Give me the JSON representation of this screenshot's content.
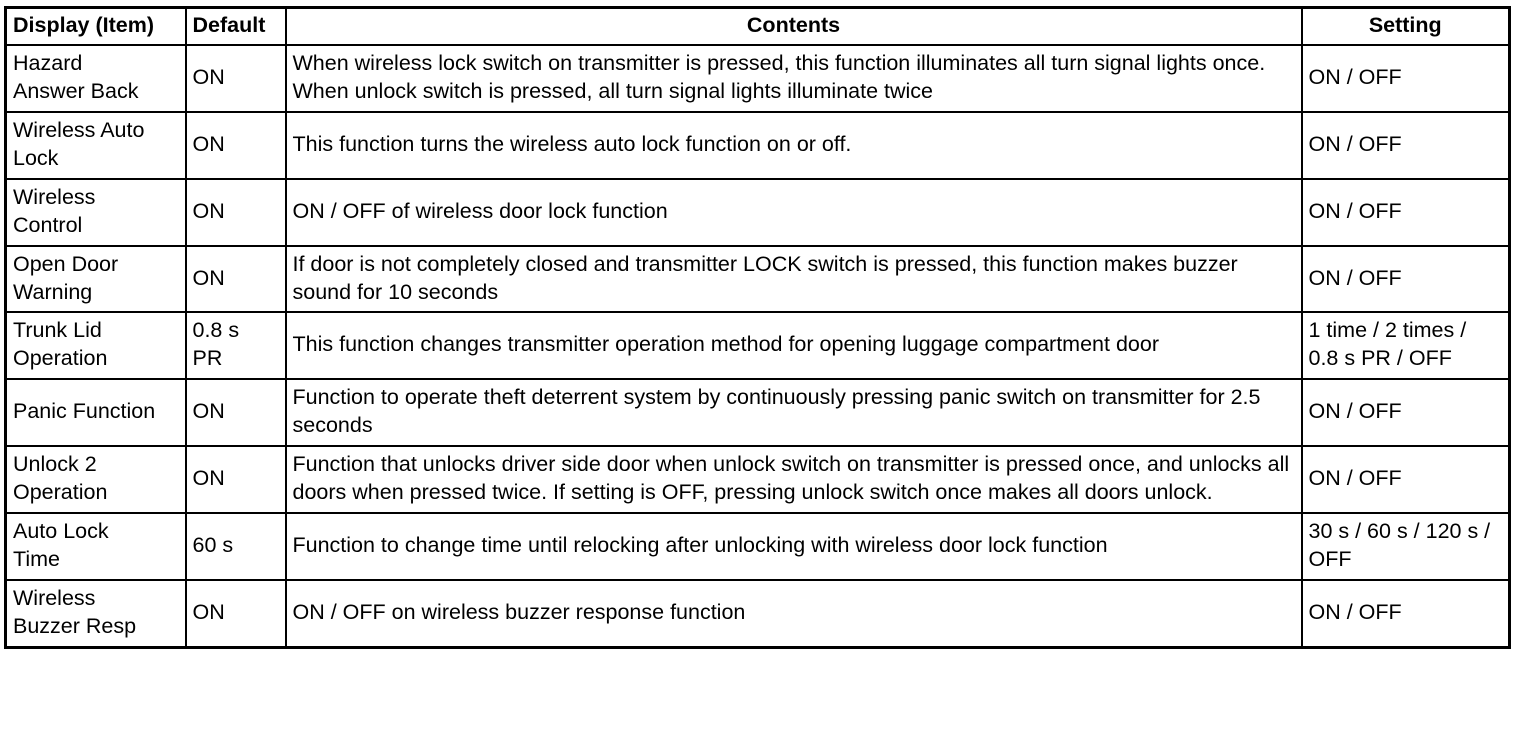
{
  "table": {
    "headers": {
      "item": "Display (Item)",
      "default": "Default",
      "contents": "Contents",
      "setting": "Setting"
    },
    "rows": [
      {
        "item": "Hazard\nAnswer Back",
        "default": "ON",
        "contents": "When wireless lock switch on transmitter is pressed, this function illuminates all turn signal lights once. When unlock switch is pressed, all turn signal lights illuminate twice",
        "setting": "ON / OFF"
      },
      {
        "item": "Wireless Auto\nLock",
        "default": "ON",
        "contents": "This function turns the wireless auto lock function on or off.",
        "setting": "ON / OFF"
      },
      {
        "item": "Wireless\nControl",
        "default": "ON",
        "contents": "ON / OFF of wireless door lock function",
        "setting": "ON / OFF"
      },
      {
        "item": "Open Door\nWarning",
        "default": "ON",
        "contents": "If door is not completely closed and transmitter LOCK switch is pressed, this function makes buzzer sound for 10 seconds",
        "setting": "ON / OFF"
      },
      {
        "item": "Trunk Lid\nOperation",
        "default": "0.8 s\nPR",
        "contents": "This function changes transmitter operation method for opening luggage compartment door",
        "setting": "1 time / 2 times / 0.8 s PR / OFF"
      },
      {
        "item": "Panic Function",
        "default": "ON",
        "contents": "Function to operate theft deterrent system by continuously pressing panic switch on transmitter for 2.5 seconds",
        "setting": "ON / OFF"
      },
      {
        "item": "Unlock 2\nOperation",
        "default": "ON",
        "contents": "Function that unlocks driver side door when unlock switch on transmitter is pressed once, and unlocks all doors when pressed twice. If setting is OFF, pressing unlock switch once makes all doors unlock.",
        "setting": "ON / OFF"
      },
      {
        "item": "Auto Lock\nTime",
        "default": "60 s",
        "contents": "Function to change time until relocking after unlocking with wireless door lock function",
        "setting": "30 s / 60 s / 120 s / OFF"
      },
      {
        "item": "Wireless\nBuzzer Resp",
        "default": "ON",
        "contents": "ON / OFF on wireless buzzer response function",
        "setting": "ON / OFF"
      }
    ]
  }
}
